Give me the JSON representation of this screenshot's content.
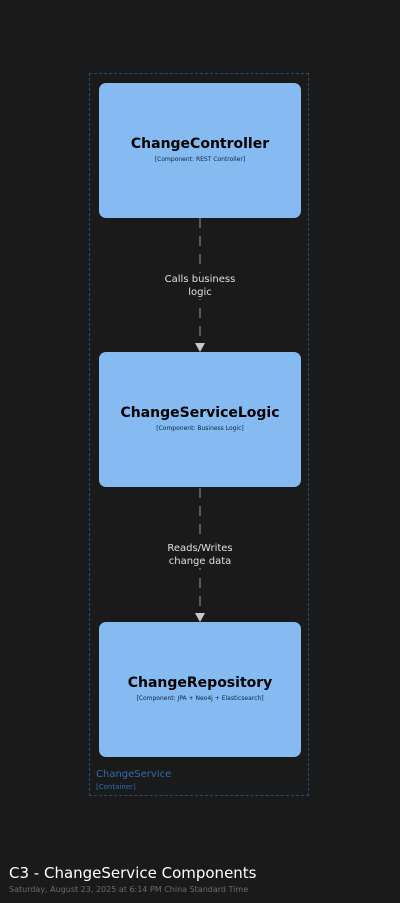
{
  "diagram": {
    "title": "C3 - ChangeService Components",
    "subtitle": "Saturday, August 23, 2025 at 6:14 PM China Standard Time",
    "boundary": {
      "name": "ChangeService",
      "technology": "[Container]"
    },
    "components": [
      {
        "name": "ChangeController",
        "technology": "[Component: REST Controller]"
      },
      {
        "name": "ChangeServiceLogic",
        "technology": "[Component: Business Logic]"
      },
      {
        "name": "ChangeRepository",
        "technology": "[Component: JPA + Neo4j + Elasticsearch]"
      }
    ],
    "relationships": [
      {
        "from": "ChangeController",
        "to": "ChangeServiceLogic",
        "line1": "Calls business",
        "line2": "logic"
      },
      {
        "from": "ChangeServiceLogic",
        "to": "ChangeRepository",
        "line1": "Reads/Writes",
        "line2": "change data"
      }
    ],
    "colors": {
      "background": "#1a1a1a",
      "component_fill": "#85bbf0",
      "boundary_stroke": "#1f4e79",
      "boundary_text": "#2f6db0",
      "connector": "#9a9a9a"
    }
  }
}
